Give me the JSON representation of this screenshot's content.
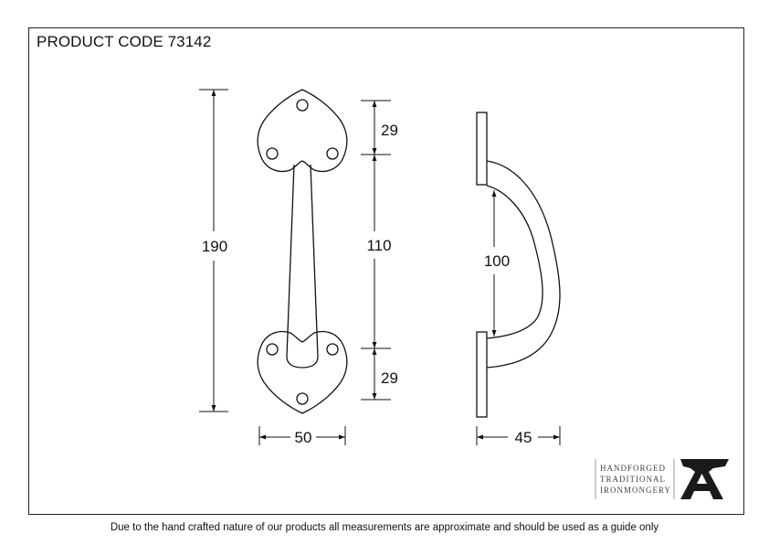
{
  "header": {
    "product_code": "PRODUCT CODE 73142"
  },
  "dimensions": {
    "overall_height": "190",
    "top_plate": "29",
    "handle_span": "110",
    "bottom_plate": "29",
    "width": "50",
    "grip_clearance": "100",
    "projection": "45"
  },
  "logo": {
    "line1": "HANDFORGED",
    "line2": "TRADITIONAL",
    "line3": "IRONMONGERY",
    "icon": "anvil-a-icon"
  },
  "footer": {
    "disclaimer": "Due to the hand crafted nature of our products all measurements are approximate and should be used as a guide only"
  }
}
